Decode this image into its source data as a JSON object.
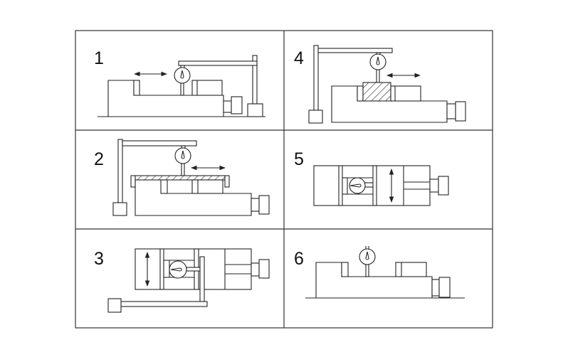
{
  "figure": {
    "panels": [
      {
        "label": "1"
      },
      {
        "label": "2"
      },
      {
        "label": "3"
      },
      {
        "label": "4"
      },
      {
        "label": "5"
      },
      {
        "label": "6"
      }
    ]
  }
}
